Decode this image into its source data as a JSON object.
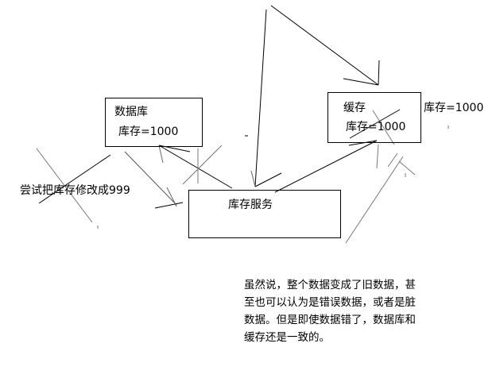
{
  "database_box": {
    "title": "数据库",
    "value": "库存=1000"
  },
  "cache_box": {
    "title": "缓存",
    "value": "库存=1000"
  },
  "cache_side_value": "库存=1000",
  "service_box": {
    "title": "库存服务"
  },
  "update_attempt_label": "尝试把库存修改成999",
  "note_lines": [
    "虽然说，整个数据变成了旧数据，甚",
    "至也可以认为是错误数据，或者是脏",
    "数据。但是即使数据错了，数据库和",
    "缓存还是一致的。"
  ]
}
